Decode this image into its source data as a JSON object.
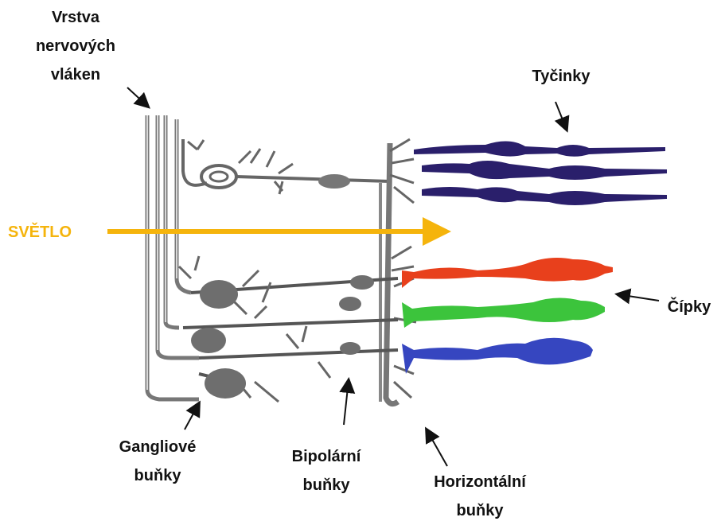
{
  "labels": {
    "nerve_fiber_layer": [
      "Vrstva",
      "nervových",
      "vláken"
    ],
    "rods": "Tyčinky",
    "light": "SVĚTLO",
    "cones": "Čípky",
    "ganglion_cells": [
      "Gangliové",
      "buňky"
    ],
    "bipolar_cells": [
      "Bipolární",
      "buňky"
    ],
    "horizontal_cells": [
      "Horizontální",
      "buňky"
    ]
  },
  "colors": {
    "light_arrow": "#f5b40c",
    "rods": "#2a1f6b",
    "cone_red": "#e8401c",
    "cone_green": "#3cc43c",
    "cone_blue": "#3646c0",
    "neurons": "#6e6e6e"
  }
}
